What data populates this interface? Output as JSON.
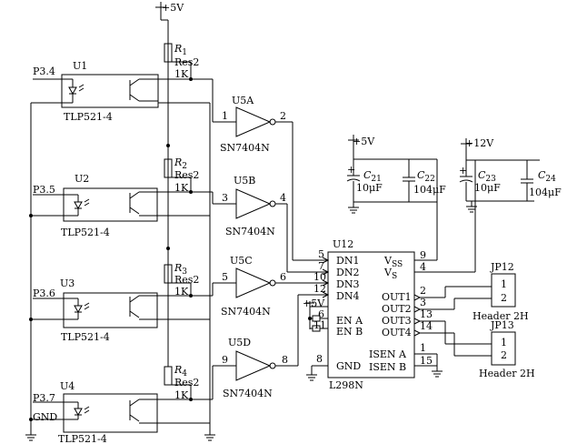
{
  "power": {
    "vcc_top": "+5V"
  },
  "optocouplers": [
    {
      "input": "P3.4",
      "ref": "U1",
      "part": "TLP521-4"
    },
    {
      "input": "P3.5",
      "ref": "U2",
      "part": "TLP521-4"
    },
    {
      "input": "P3.6",
      "ref": "U3",
      "part": "TLP521-4"
    },
    {
      "input": "P3.7",
      "ref": "U4",
      "part": "TLP521-4"
    }
  ],
  "ground_label": "GND",
  "resistors": [
    {
      "ref": "R",
      "sub": "1",
      "type": "Res2",
      "value": "1K"
    },
    {
      "ref": "R",
      "sub": "2",
      "type": "Res2",
      "value": "1K"
    },
    {
      "ref": "R",
      "sub": "3",
      "type": "Res2",
      "value": "1K"
    },
    {
      "ref": "R",
      "sub": "4",
      "type": "Res2",
      "value": "1K"
    }
  ],
  "inverters": [
    {
      "ref": "U5A",
      "part": "SN7404N",
      "pin_in": "1",
      "pin_out": "2"
    },
    {
      "ref": "U5B",
      "part": "SN7404N",
      "pin_in": "3",
      "pin_out": "4"
    },
    {
      "ref": "U5C",
      "part": "SN7404N",
      "pin_in": "5",
      "pin_out": "6"
    },
    {
      "ref": "U5D",
      "part": "SN7404N",
      "pin_in": "9",
      "pin_out": "8"
    }
  ],
  "driver": {
    "ref": "U12",
    "part": "L298N",
    "pins_left": [
      {
        "num": "5",
        "name": "DN1"
      },
      {
        "num": "7",
        "name": "DN2"
      },
      {
        "num": "10",
        "name": "DN3"
      },
      {
        "num": "12",
        "name": "DN4"
      },
      {
        "num": "6",
        "name": "EN A"
      },
      {
        "num": "11",
        "name": "EN B"
      },
      {
        "num": "8",
        "name": "GND"
      }
    ],
    "pins_right": [
      {
        "num": "9",
        "name": "V",
        "sub": "SS"
      },
      {
        "num": "4",
        "name": "V",
        "sub": "S"
      },
      {
        "num": "2",
        "name": "OUT1"
      },
      {
        "num": "3",
        "name": "OUT2"
      },
      {
        "num": "13",
        "name": "OUT3"
      },
      {
        "num": "14",
        "name": "OUT4"
      },
      {
        "num": "1",
        "name": "ISEN A"
      },
      {
        "num": "15",
        "name": "ISEN B"
      }
    ],
    "en_supply": "+5V"
  },
  "capacitor_groups": [
    {
      "supply": "+5V",
      "caps": [
        {
          "ref": "C",
          "sub": "21",
          "value": "10μF"
        },
        {
          "ref": "C",
          "sub": "22",
          "value": "104μF"
        }
      ]
    },
    {
      "supply": "+12V",
      "caps": [
        {
          "ref": "C",
          "sub": "23",
          "value": "10μF"
        },
        {
          "ref": "C",
          "sub": "24",
          "value": "104μF"
        }
      ]
    }
  ],
  "headers": [
    {
      "ref": "JP12",
      "part": "Header 2H",
      "pins": [
        "1",
        "2"
      ]
    },
    {
      "ref": "JP13",
      "part": "Header 2H",
      "pins": [
        "1",
        "2"
      ]
    }
  ]
}
